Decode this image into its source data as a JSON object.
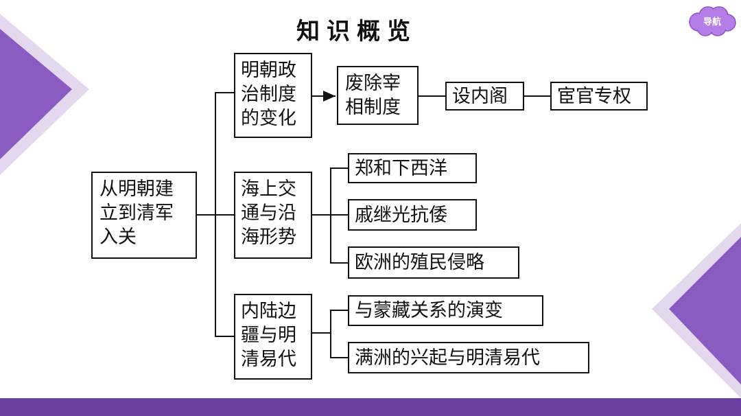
{
  "page": {
    "title": "知识概览",
    "nav_button": "导航"
  },
  "diagram": {
    "root": [
      "从明朝建",
      "立到清军",
      "入关"
    ],
    "branches": [
      {
        "label": [
          "明朝政",
          "治制度",
          "的变化"
        ],
        "chain": [
          [
            "废除宰",
            "相制度"
          ],
          [
            "设内阁"
          ],
          [
            "宦官专权"
          ]
        ]
      },
      {
        "label": [
          "海上交",
          "通与沿",
          "海形势"
        ],
        "items": [
          "郑和下西洋",
          "戚继光抗倭",
          "欧洲的殖民侵略"
        ]
      },
      {
        "label": [
          "内陆边",
          "疆与明",
          "清易代"
        ],
        "items": [
          "与蒙藏关系的演变",
          "满洲的兴起与明清易代"
        ]
      }
    ]
  },
  "colors": {
    "accent": "#6b3fa0",
    "triangle_dark": "#7b4eb4",
    "triangle_light": "#dccfea",
    "nav_bubble": "#b57ee6"
  }
}
